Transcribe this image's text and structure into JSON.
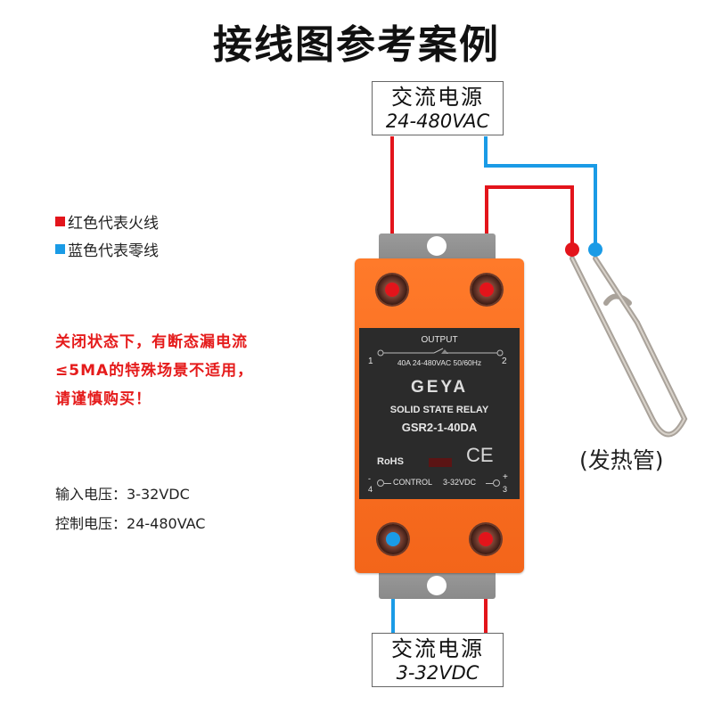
{
  "title": "接线图参考案例",
  "legend": [
    {
      "label": "红色代表火线",
      "color": "#e3141b"
    },
    {
      "label": "蓝色代表零线",
      "color": "#1a9be6"
    }
  ],
  "warning": {
    "lines": [
      "关闭状态下，有断态漏电流",
      "≤5MA的特殊场景不适用，",
      "请谨慎购买！"
    ],
    "color": "#e51b1b"
  },
  "specs": [
    {
      "label": "输入电压：",
      "value": "3-32VDC"
    },
    {
      "label": "控制电压：",
      "value": "24-480VAC"
    }
  ],
  "power_top": {
    "title": "交流电源",
    "range": "24-480VAC"
  },
  "power_bottom": {
    "title": "交流电源",
    "range": "3-32VDC"
  },
  "heater": {
    "label": "(发热管)"
  },
  "relay": {
    "output_label": "OUTPUT",
    "terminal_1": "1",
    "terminal_2": "2",
    "rating": "40A 24-480VAC 50/60Hz",
    "brand": "GEYA",
    "product_type": "SOLID STATE RELAY",
    "model": "GSR2-1-40DA",
    "rohs": "RoHS",
    "ce": "CE",
    "control_label": "CONTROL",
    "control_range": "3-32VDC",
    "terminal_3": "3",
    "terminal_4": "4",
    "minus": "-",
    "plus": "+"
  },
  "colors": {
    "live": "#e3141b",
    "neutral": "#1a9be6",
    "body": "#f56c1e",
    "panel": "#2b2b2b"
  }
}
